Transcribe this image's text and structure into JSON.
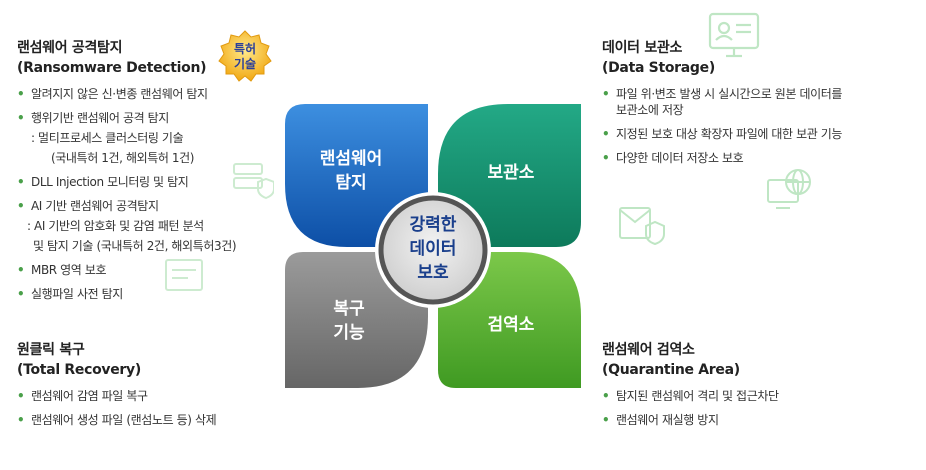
{
  "left_top": {
    "title_ko": "랜섬웨어 공격탐지",
    "title_en": "(Ransomware Detection)",
    "badge": [
      "특허",
      "기술"
    ],
    "items": [
      "알려지지 않은 신·변종 랜섬웨어 탐지",
      "행위기반 랜섬웨어 공격 탐지",
      ": 멀티프로세스 클러스터링 기술",
      "(국내특허 1건, 해외특허 1건)",
      "DLL Injection 모니터링 및 탐지",
      "AI 기반 랜섬웨어 공격탐지",
      ": AI 기반의 암호화 및 감염 패턴 분석",
      "및 탐지 기술 (국내특허 2건, 해외특허3건)",
      "MBR 영역 보호",
      "실행파일 사전 탐지"
    ]
  },
  "left_bottom": {
    "title_ko": "원클릭 복구",
    "title_en": "(Total Recovery)",
    "items": [
      "랜섬웨어 감염 파일 복구",
      "랜섬웨어 생성 파일 (랜섬노트 등) 삭제"
    ]
  },
  "right_top": {
    "title_ko": "데이터 보관소",
    "title_en": "(Data Storage)",
    "items": [
      "파일 위·변조 발생 시 실시간으로 원본 데이터를",
      "보관소에 저장",
      "지정된 보호 대상 확장자 파일에 대한 보관 기능",
      "다양한 데이터 저장소 보호"
    ]
  },
  "right_bottom": {
    "title_ko": "랜섬웨어 검역소",
    "title_en": "(Quarantine Area)",
    "items": [
      "탐지된 랜섬웨어 격리 및 접근차단",
      "랜섬웨어 재실행 방지"
    ]
  },
  "diagram": {
    "petal_tl": [
      "랜섬웨어",
      "탐지"
    ],
    "petal_tr": [
      "보관소"
    ],
    "petal_bl": [
      "복구",
      "기능"
    ],
    "petal_br": [
      "검역소"
    ],
    "center": [
      "강력한",
      "데이터",
      "보호"
    ]
  },
  "colors": {
    "blue": "#1666c4",
    "teal": "#15906f",
    "gray": "#7d7d7d",
    "green": "#5ab536",
    "bullet": "#4aa04a",
    "center_text": "#1a3f8c"
  },
  "icons": [
    "monitor-user-icon",
    "server-shield-icon",
    "document-shield-icon",
    "globe-computer-icon",
    "mail-shield-icon"
  ]
}
